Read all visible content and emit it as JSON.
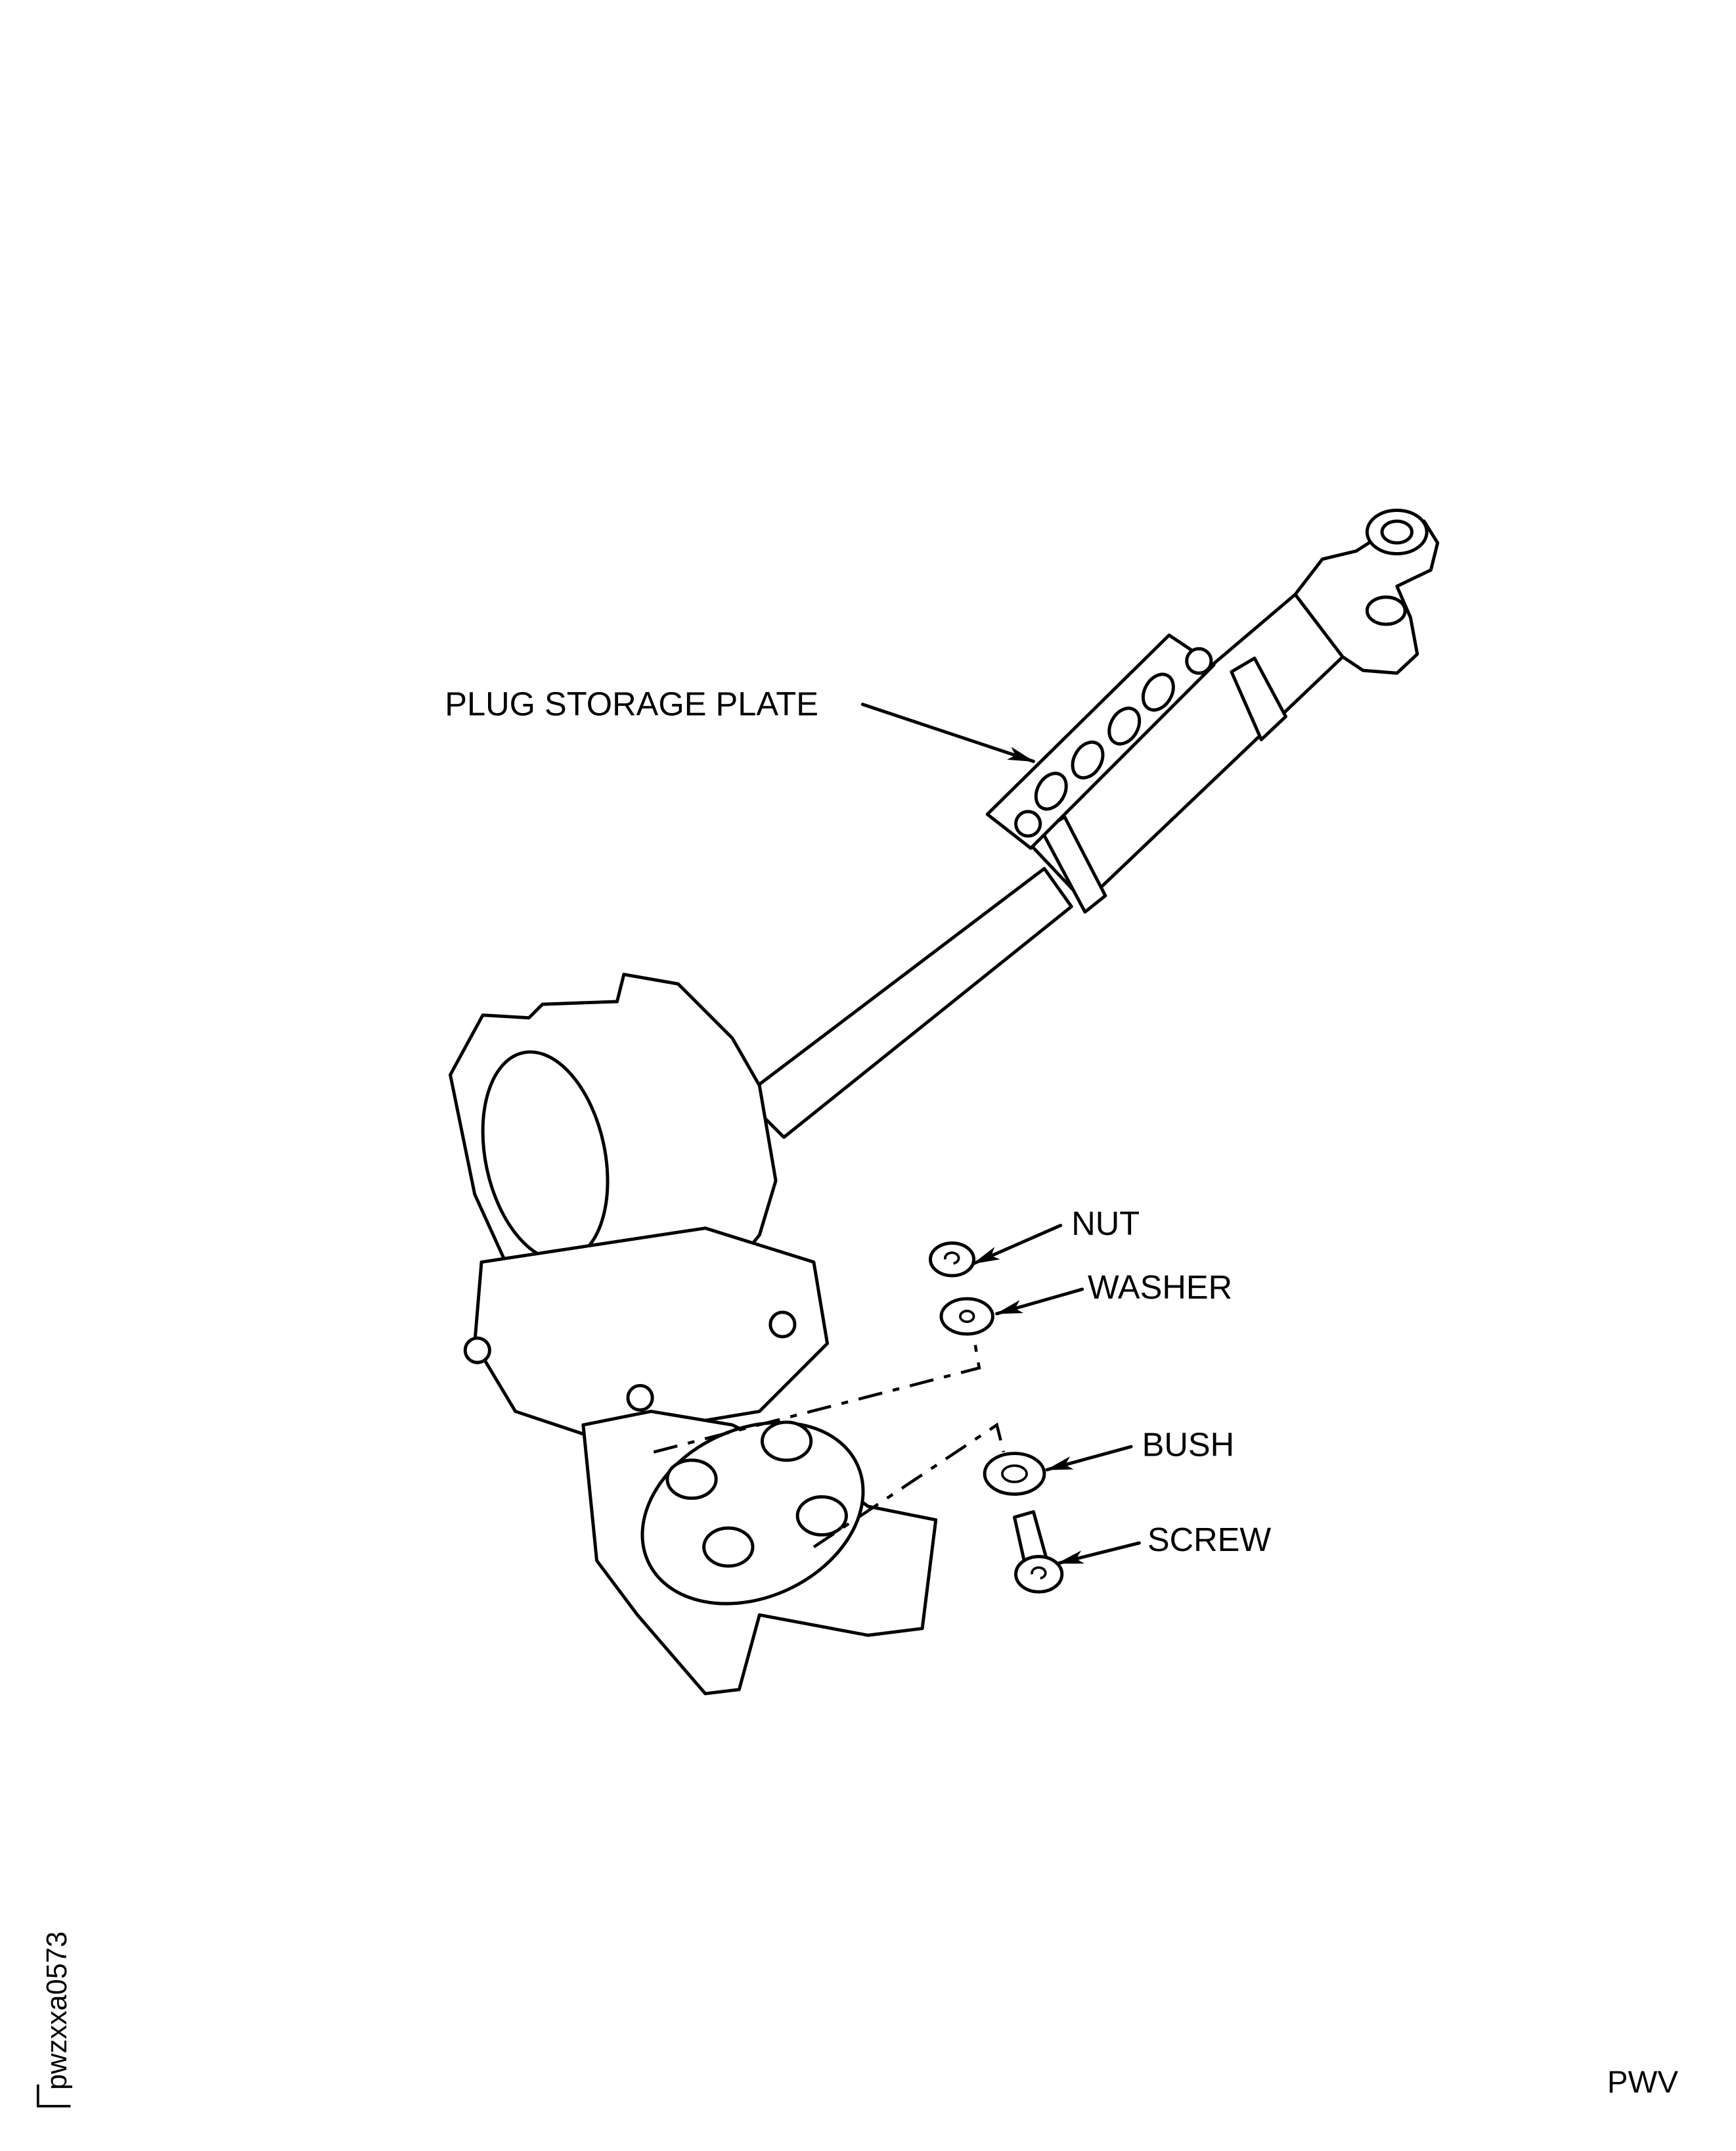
{
  "callouts": {
    "plug_storage_plate": "PLUG STORAGE PLATE",
    "nut": "NUT",
    "washer": "WASHER",
    "bush": "BUSH",
    "screw": "SCREW"
  },
  "figure_code": "pwzxxa0573",
  "corner_code": "PWV"
}
